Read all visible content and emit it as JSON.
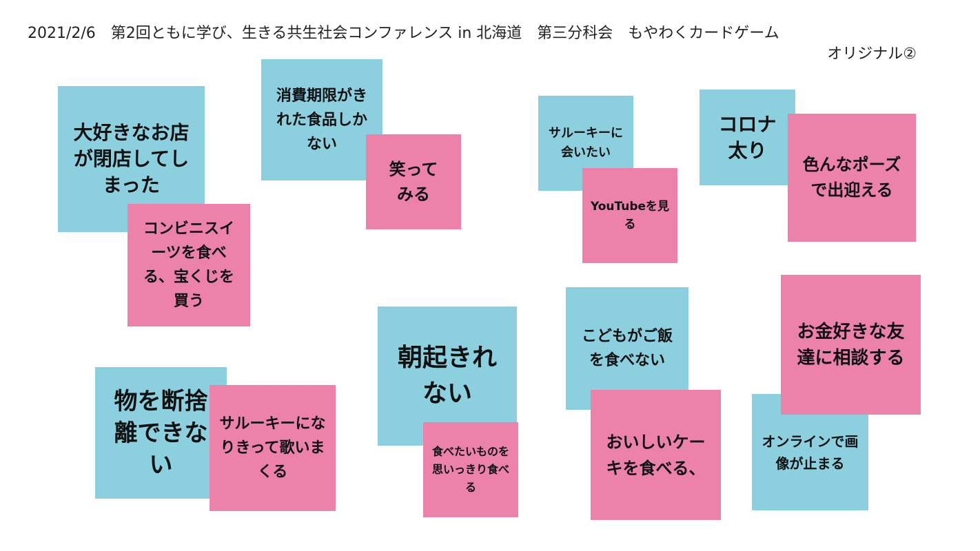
{
  "header": {
    "line1": "2021/2/6　第2回ともに学び、生きる共生社会コンファレンス in 北海道　第三分科会　もやわくカードゲーム",
    "line2": "オリジナル②"
  },
  "notes": {
    "n1": "大好きなお店が閉店してしまった",
    "n2": "コンビニスイーツを食べる、宝くじを買う",
    "n3": "消費期限がきれた食品しかない",
    "n4": "笑ってみる",
    "n5": "サルーキーに会いたい",
    "n6": "YouTubeを見る",
    "n7": "コロナ太り",
    "n8": "色んなポーズで出迎える",
    "n9": "物を断捨離できない",
    "n10": "サルーキーになりきって歌いまくる",
    "n11": "朝起きれない",
    "n12": "食べたいものを思いっきり食べる",
    "n13": "こどもがご飯を食べない",
    "n14": "おいしいケーキを食べる、",
    "n15": "お金好きな友達に相談する",
    "n16": "オンラインで画像が止まる"
  },
  "colors": {
    "blue_note": "#8ccfdf",
    "pink_note": "#ec82aa"
  }
}
